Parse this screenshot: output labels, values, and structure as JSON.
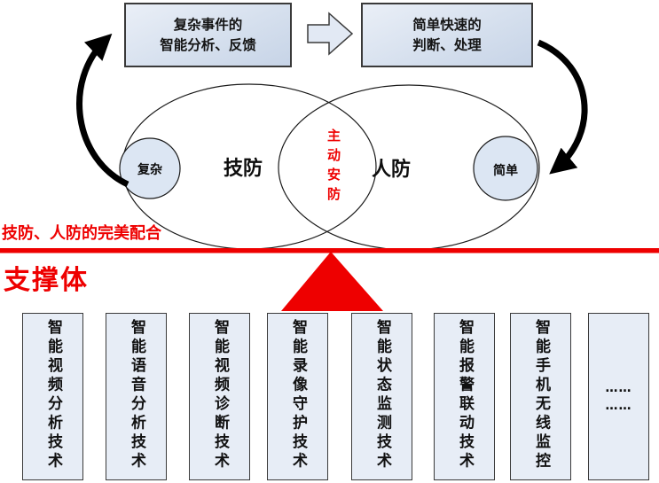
{
  "flow": {
    "left_box": "复杂事件的\n智能分析、反馈",
    "right_box": "简单快速的\n判断、处理"
  },
  "venn": {
    "left_ellipse_label": "技防",
    "right_ellipse_label": "人防",
    "overlap_label": "主动安防",
    "left_bubble_label": "复杂",
    "right_bubble_label": "简单"
  },
  "support": {
    "caption": "技防、人防的完美配合",
    "title": "支撑体"
  },
  "technologies": [
    "智能视频分析技术",
    "智能语音分析技术",
    "智能视频诊断技术",
    "智能录像守护技术",
    "智能状态监测技术",
    "智能报警联动技术",
    "智能手机无线监控"
  ],
  "more": {
    "line1": "……",
    "line2": "……"
  },
  "colors": {
    "accent_red": "#ee0000",
    "box_fill": "#d6e0ee",
    "tech_box_fill": "#e7edf6",
    "shape_stroke": "#1a1a1a",
    "box_border": "#3a3a3a"
  }
}
